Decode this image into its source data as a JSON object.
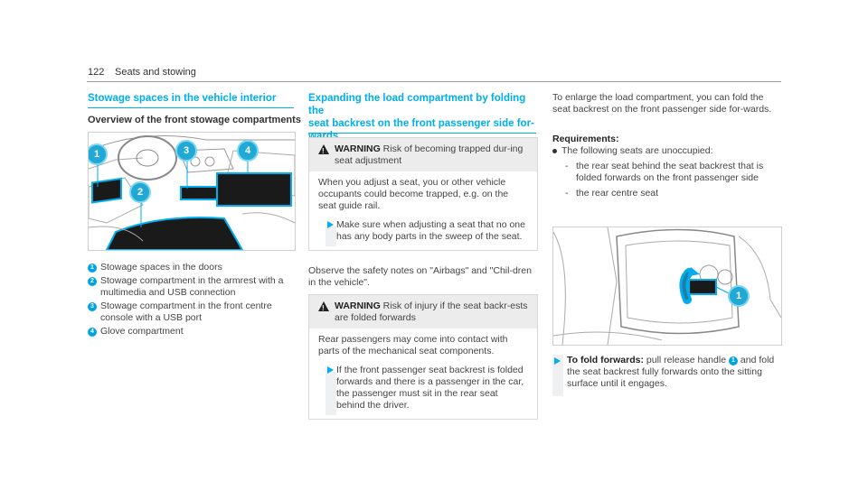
{
  "header": {
    "page_number": "122",
    "section": "Seats and stowing"
  },
  "col1": {
    "title": "Stowage spaces in the vehicle interior",
    "subtitle": "Overview of the front stowage compartments",
    "image_callouts": [
      "1",
      "2",
      "3",
      "4"
    ],
    "items": [
      {
        "num": "1",
        "text": "Stowage spaces in the doors"
      },
      {
        "num": "2",
        "text": "Stowage compartment in the armrest with a multimedia and USB connection"
      },
      {
        "num": "3",
        "text": "Stowage compartment in the front centre console with a USB port"
      },
      {
        "num": "4",
        "text": "Glove compartment"
      }
    ]
  },
  "col2": {
    "title_lines": [
      "Expanding the load compartment by folding the",
      "seat backrest on the front passenger side for-",
      "wards"
    ],
    "warning1": {
      "label": "WARNING",
      "head_text": "Risk of becoming trapped dur-ing seat adjustment",
      "body": "When you adjust a seat, you or other vehicle occupants could become trapped, e.g. on the seat guide rail.",
      "step": "Make sure when adjusting a seat that no one has any body parts in the sweep of the seat."
    },
    "note": "Observe the safety notes on \"Airbags\" and \"Chil-dren in the vehicle\".",
    "warning2": {
      "label": "WARNING",
      "head_text": "Risk of injury if the seat backr-ests are folded forwards",
      "body": "Rear passengers may come into contact with parts of the mechanical seat components.",
      "step": "If the front passenger seat backrest is folded forwards and there is a passenger in the car, the passenger must sit in the rear seat behind the driver."
    }
  },
  "col3": {
    "intro": "To enlarge the load compartment, you can fold the seat backrest on the front passenger side for-wards.",
    "req_title": "Requirements:",
    "req_bullet": "The following seats are unoccupied:",
    "req_subs": [
      "the rear seat behind the seat backrest that is folded forwards on the front passenger side",
      "the rear centre seat"
    ],
    "image_callout": "1",
    "step_label": "To fold forwards:",
    "step_text_a": "pull release handle",
    "step_num": "1",
    "step_text_b": "and fold the seat backrest fully forwards onto the sitting surface until it engages."
  },
  "colors": {
    "accent": "#00adef",
    "badge": "#00a3e4",
    "callout": "#21a9d6"
  }
}
